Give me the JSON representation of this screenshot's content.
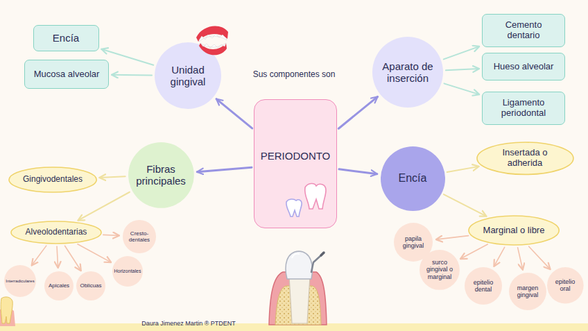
{
  "diagram": {
    "nodes": [
      {
        "text": [
          "PERIODONTO"
        ]
      },
      {
        "text": [
          "Unidad gingival"
        ]
      },
      {
        "text": [
          "Encía"
        ]
      },
      {
        "text": [
          "Mucosa alveolar"
        ]
      },
      {
        "text": [
          "Aparato de inserción"
        ]
      },
      {
        "text": [
          "Cemento dentario"
        ]
      },
      {
        "text": [
          "Hueso alveolar"
        ]
      },
      {
        "text": [
          "Ligamento periodontal"
        ]
      },
      {
        "text": [
          "Fibras principales"
        ]
      },
      {
        "text": [
          "Gingivodentales"
        ]
      },
      {
        "text": [
          "Alveolodentarias"
        ]
      },
      {
        "text": [
          "Cresto- dentales"
        ]
      },
      {
        "text": [
          "Interradiculares"
        ]
      },
      {
        "text": [
          "Apicales"
        ]
      },
      {
        "text": [
          "Oblicuas"
        ]
      },
      {
        "text": [
          "Horizontales"
        ]
      },
      {
        "text": [
          "Encía"
        ]
      },
      {
        "text": [
          "Insertada o adherida"
        ]
      },
      {
        "text": [
          "Marginal o libre"
        ]
      },
      {
        "text": [
          "papila gingival"
        ]
      },
      {
        "text": [
          "surco gingival o marginal"
        ]
      },
      {
        "text": [
          "epitelio dental"
        ]
      },
      {
        "text": [
          "margen gingival"
        ]
      },
      {
        "text": [
          "epitelio oral"
        ]
      }
    ],
    "edges": [
      {
        "from": 0,
        "to": 1,
        "arrow": "to"
      },
      {
        "from": 0,
        "to": 4,
        "arrow": "to"
      },
      {
        "from": 0,
        "to": 8,
        "arrow": "to"
      },
      {
        "from": 0,
        "to": 16,
        "arrow": "to"
      },
      {
        "from": 1,
        "to": 2,
        "arrow": "to"
      },
      {
        "from": 1,
        "to": 3,
        "arrow": "to"
      },
      {
        "from": 4,
        "to": 5,
        "arrow": "to"
      },
      {
        "from": 4,
        "to": 6,
        "arrow": "to"
      },
      {
        "from": 4,
        "to": 7,
        "arrow": "to"
      },
      {
        "from": 8,
        "to": 9,
        "arrow": "to"
      },
      {
        "from": 8,
        "to": 10,
        "arrow": "to"
      },
      {
        "from": 10,
        "to": 11,
        "arrow": "to"
      },
      {
        "from": 10,
        "to": 12,
        "arrow": "to"
      },
      {
        "from": 10,
        "to": 13,
        "arrow": "to"
      },
      {
        "from": 10,
        "to": 14,
        "arrow": "to"
      },
      {
        "from": 10,
        "to": 15,
        "arrow": "to"
      },
      {
        "from": 16,
        "to": 17,
        "arrow": "to"
      },
      {
        "from": 16,
        "to": 18,
        "arrow": "to"
      },
      {
        "from": 18,
        "to": 19,
        "arrow": "to"
      },
      {
        "from": 18,
        "to": 20,
        "arrow": "to"
      },
      {
        "from": 18,
        "to": 21,
        "arrow": "to"
      },
      {
        "from": 18,
        "to": 22,
        "arrow": "to"
      },
      {
        "from": 18,
        "to": 23,
        "arrow": "to"
      }
    ],
    "labels": [
      "Sus componentes son",
      "Daura Jimenez Martin ® PTDENT"
    ]
  }
}
